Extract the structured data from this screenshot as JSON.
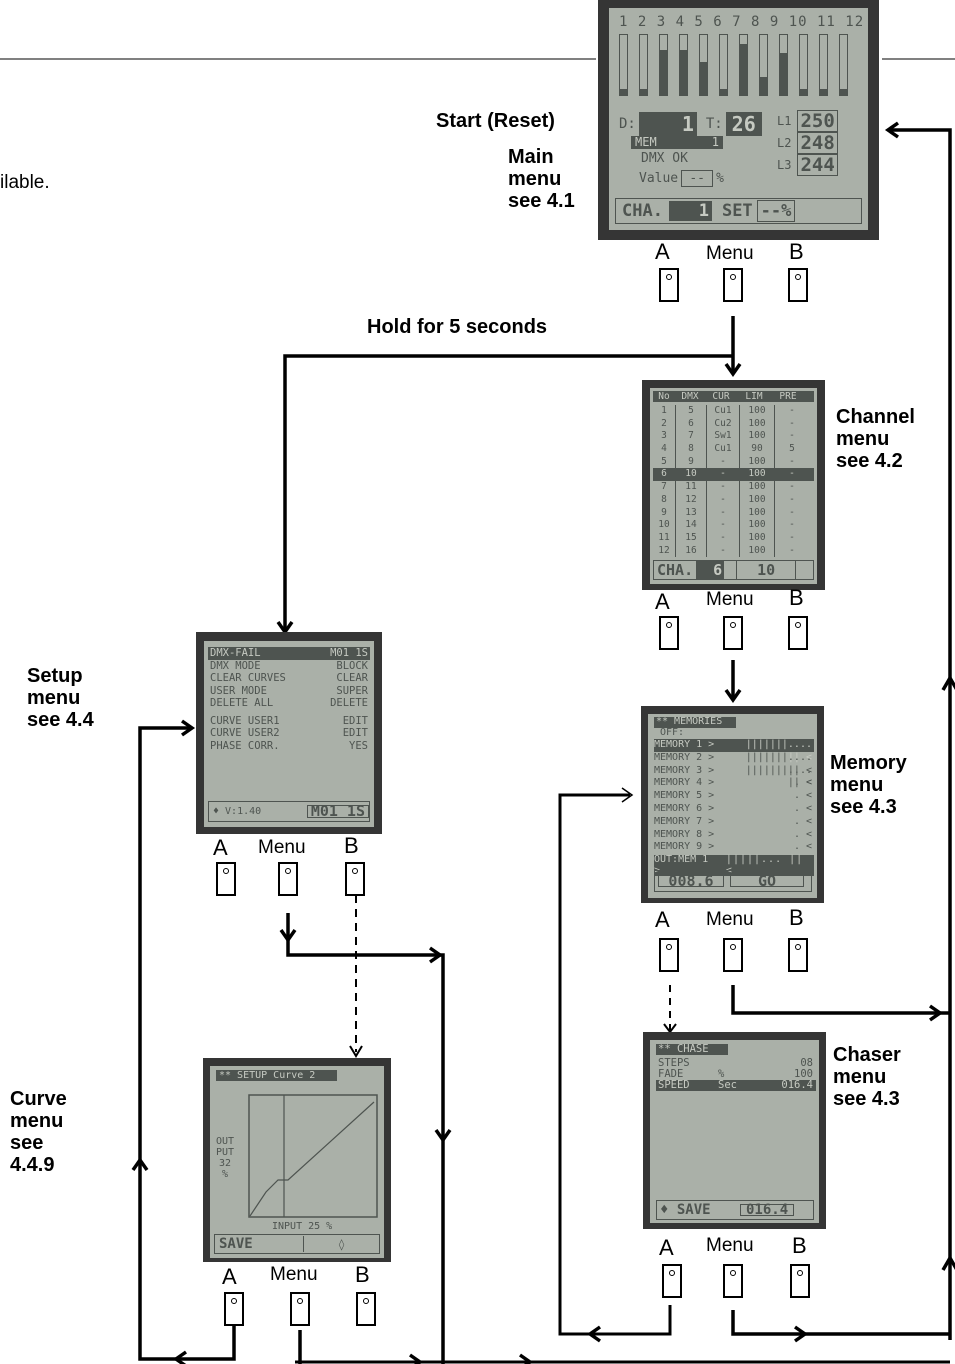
{
  "truncated_text": "ilable.",
  "labels": {
    "start": "Start (Reset)",
    "main": [
      "Main",
      "menu",
      "see 4.1"
    ],
    "hold": "Hold for 5 seconds",
    "channel": [
      "Channel",
      "menu",
      "see 4.2"
    ],
    "setup": [
      "Setup",
      "menu",
      "see 4.4"
    ],
    "memory": [
      "Memory",
      "menu",
      "see 4.3"
    ],
    "curve": [
      "Curve",
      "menu",
      "see",
      "4.4.9"
    ],
    "chaser": [
      "Chaser",
      "menu",
      "see 4.3"
    ]
  },
  "buttons": {
    "a": "A",
    "menu": "Menu",
    "b": "B"
  },
  "main_screen": {
    "channel_numbers": "1 2 3 4 5 6 7 8 9 10 11 12",
    "d_label": "D:",
    "d_value": "1",
    "t_label": "T:",
    "t_value": "26",
    "mem_label": "MEM",
    "mem_value": "1",
    "status": "DMX OK",
    "value_label": "Value",
    "value_field": "--",
    "value_unit": "%",
    "l1": "L1",
    "l1_value": "250",
    "l2": "L2",
    "l2_value": "248",
    "l3": "L3",
    "l3_value": "244",
    "footer_left": "CHA.",
    "footer_num": "1",
    "footer_set": "SET",
    "footer_field": "--",
    "footer_unit": "%",
    "bar_levels": [
      0.1,
      0.1,
      0.75,
      0.75,
      0.55,
      0.1,
      0.85,
      0.3,
      0.7,
      0.1,
      0.1,
      0.1
    ]
  },
  "channel_screen": {
    "headers": [
      "No",
      "DMX",
      "CUR",
      "LIM",
      "PRE"
    ],
    "rows": [
      [
        "1",
        "5",
        "Cu1",
        "100",
        "-"
      ],
      [
        "2",
        "6",
        "Cu2",
        "100",
        "-"
      ],
      [
        "3",
        "7",
        "Sw1",
        "100",
        "-"
      ],
      [
        "4",
        "8",
        "Cu1",
        "90",
        "5"
      ],
      [
        "5",
        "9",
        "-",
        "100",
        "-"
      ],
      [
        "6",
        "10",
        "-",
        "100",
        "-"
      ],
      [
        "7",
        "11",
        "-",
        "100",
        "-"
      ],
      [
        "8",
        "12",
        "-",
        "100",
        "-"
      ],
      [
        "9",
        "13",
        "-",
        "100",
        "-"
      ],
      [
        "10",
        "14",
        "-",
        "100",
        "-"
      ],
      [
        "11",
        "15",
        "-",
        "100",
        "-"
      ],
      [
        "12",
        "16",
        "-",
        "100",
        "-"
      ]
    ],
    "selected_row": 5,
    "footer_left": "CHA.",
    "footer_num": "6",
    "footer_right": "10"
  },
  "setup_screen": {
    "rows": [
      [
        "DMX-FAIL",
        "M01 1S"
      ],
      [
        "DMX MODE",
        "BLOCK"
      ],
      [
        "CLEAR CURVES",
        "CLEAR"
      ],
      [
        "USER MODE",
        "SUPER"
      ],
      [
        "DELETE ALL",
        "DELETE"
      ],
      [
        "CURVE USER1",
        "EDIT"
      ],
      [
        "CURVE USER2",
        "EDIT"
      ],
      [
        "PHASE CORR.",
        "YES"
      ]
    ],
    "footer_left": "♦ V:1.40",
    "footer_right": "M01 1S"
  },
  "memory_screen": {
    "title": "** MEMORIES",
    "off": "OFF:",
    "rows": [
      "MEMORY 1 >",
      "MEMORY 2 >",
      "MEMORY 3 >",
      "MEMORY 4 >",
      "MEMORY 5 >",
      "MEMORY 6 >",
      "MEMORY 7 >",
      "MEMORY 8 >",
      "MEMORY 9 >"
    ],
    "out": "OUT:MEM 1 >",
    "footer_left": "008.6",
    "footer_right": "GO"
  },
  "curve_screen": {
    "title": "** SETUP Curve 2",
    "out_label": [
      "OUT",
      "PUT",
      "32",
      "%"
    ],
    "input_label": "INPUT 25 %",
    "footer_left": "SAVE",
    "footer_right": "◊"
  },
  "chaser_screen": {
    "title": "** CHASE",
    "rows": [
      [
        "STEPS",
        "",
        "08"
      ],
      [
        "FADE",
        "%",
        "100"
      ],
      [
        "SPEED",
        "Sec",
        "016.4"
      ]
    ],
    "footer_left": "♦ SAVE",
    "footer_right": "016.4"
  }
}
